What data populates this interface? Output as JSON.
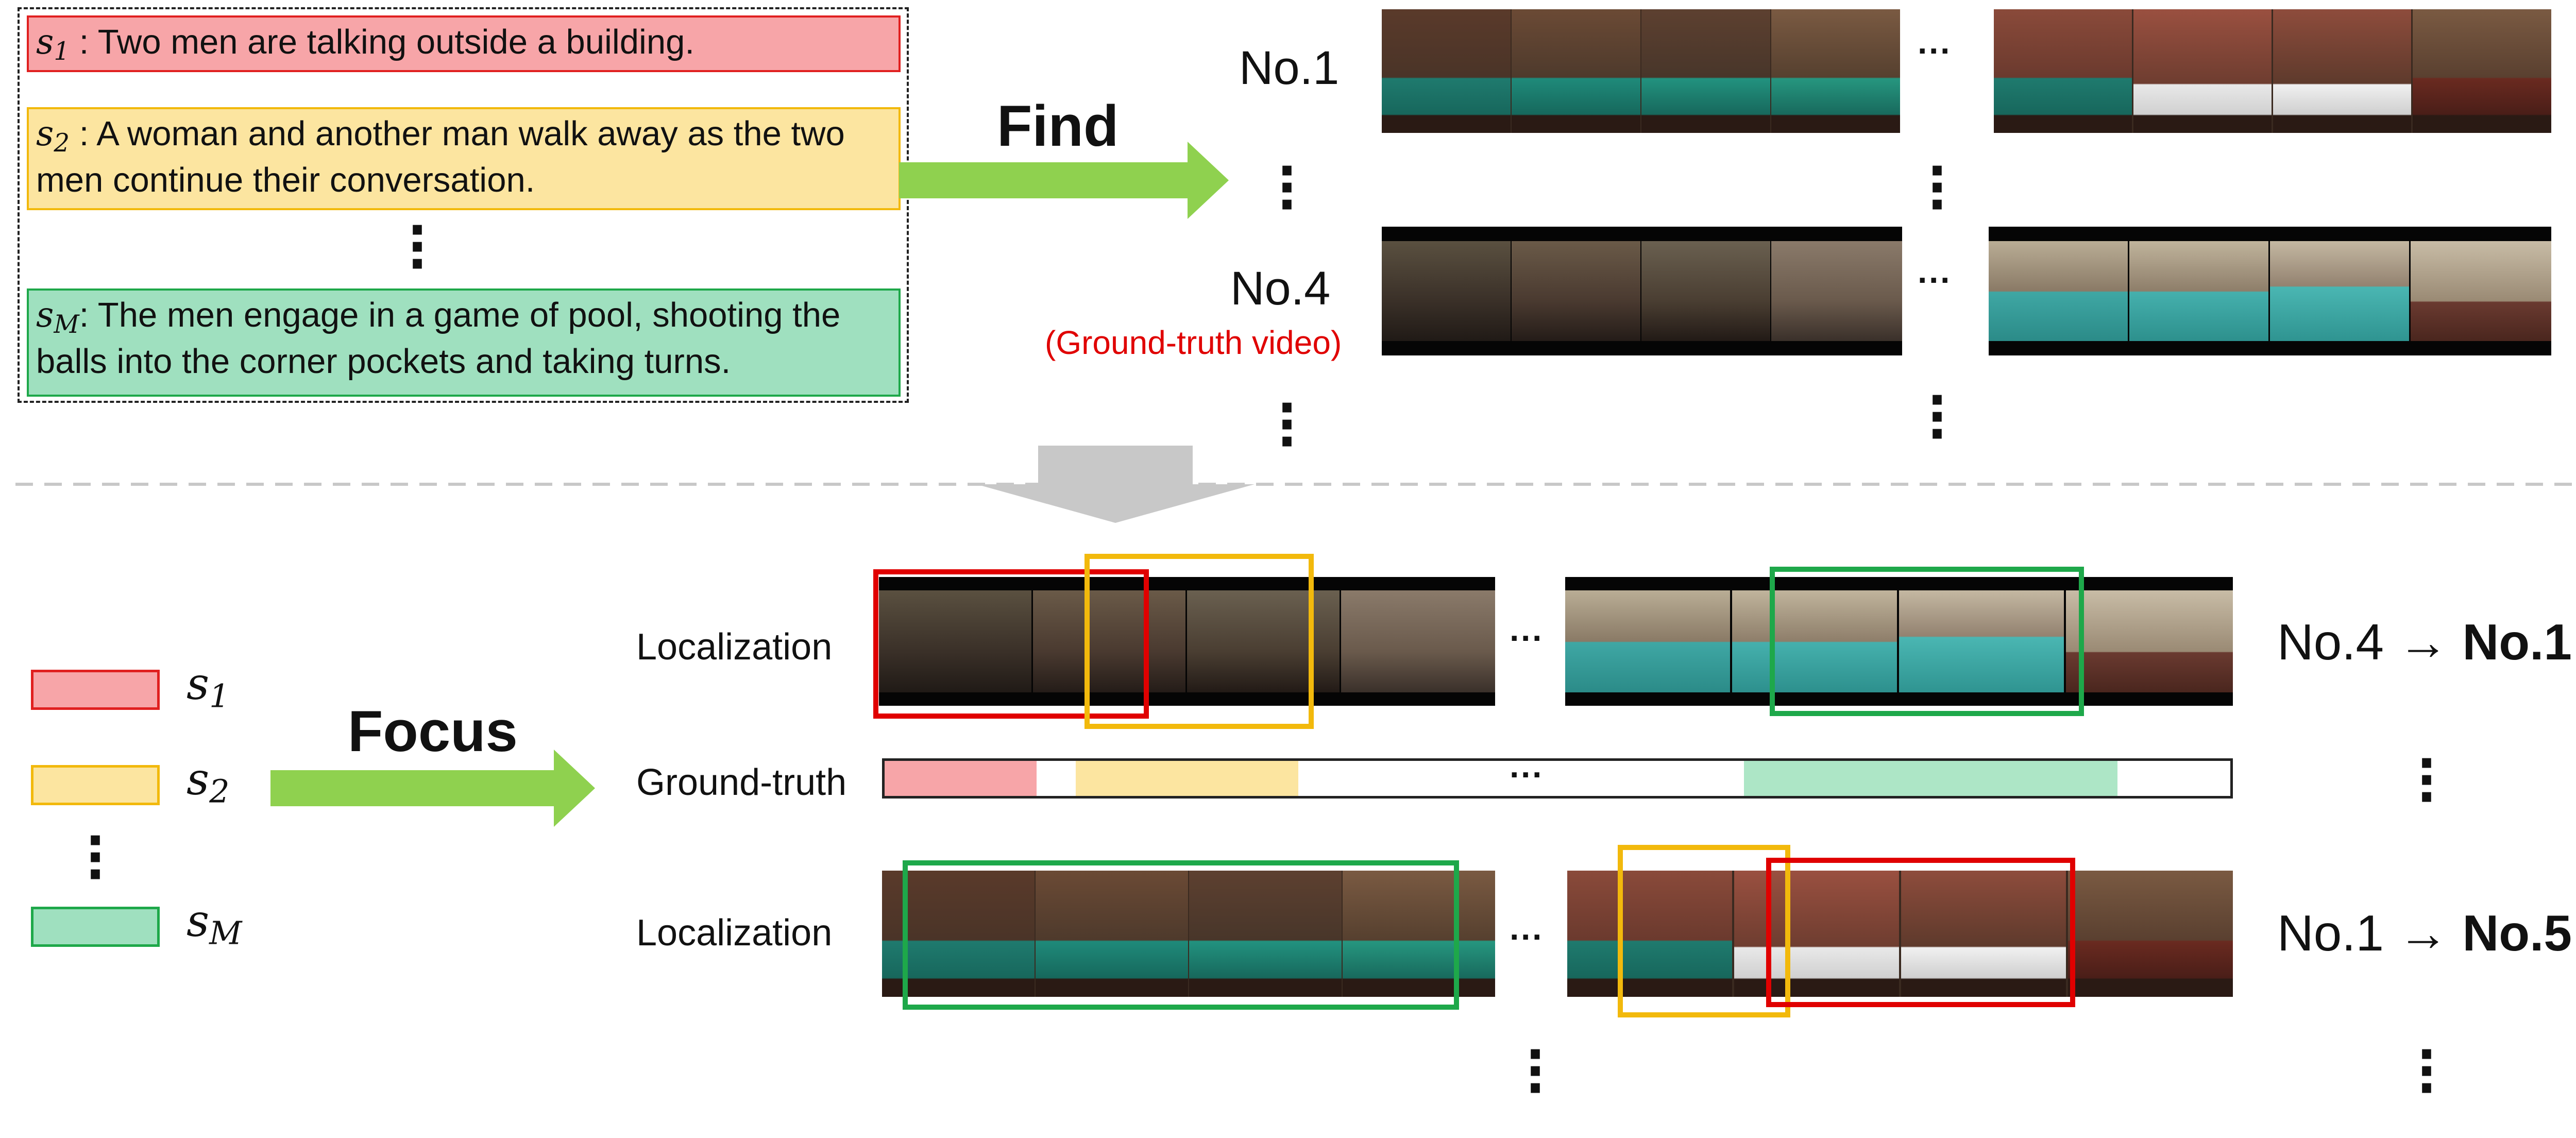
{
  "sentences": {
    "s1": {
      "sym": "s",
      "sub": "1",
      "text": " : Two men are talking outside a building."
    },
    "s2": {
      "sym": "s",
      "sub": "2",
      "text": " : A woman and another man walk away as the two men continue their conversation."
    },
    "sM": {
      "sym": "s",
      "sub": "M",
      "text": ": The men engage in a game of pool, shooting the balls into the corner pockets and taking turns."
    }
  },
  "find_label": "Find",
  "focus_label": "Focus",
  "ranks": {
    "no1": "No.1",
    "no4": "No.4",
    "gt_video": "(Ground-truth  video)"
  },
  "rows": {
    "localization_1": "Localization",
    "ground_truth": "Ground-truth",
    "localization_2": "Localization"
  },
  "rerank": {
    "r1_from": "No.4 → ",
    "r1_to": "No.1",
    "r2_from": "No.1 → ",
    "r2_to": "No.5"
  },
  "legend": {
    "s1": {
      "sym": "s",
      "sub": "1"
    },
    "s2": {
      "sym": "s",
      "sub": "2"
    },
    "sM": {
      "sym": "s",
      "sub": "M"
    }
  },
  "ellipsis": "···",
  "colors": {
    "s1_fill": "#f7a5a8",
    "s1_border": "#e02020",
    "s2_fill": "#fce5a0",
    "s2_border": "#f2b90c",
    "sM_fill": "#9fe0bf",
    "sM_border": "#1ea84a",
    "arrow_green": "#8fd14f",
    "arrow_gray": "#c8c8c8",
    "gt_red": "#e00000"
  }
}
